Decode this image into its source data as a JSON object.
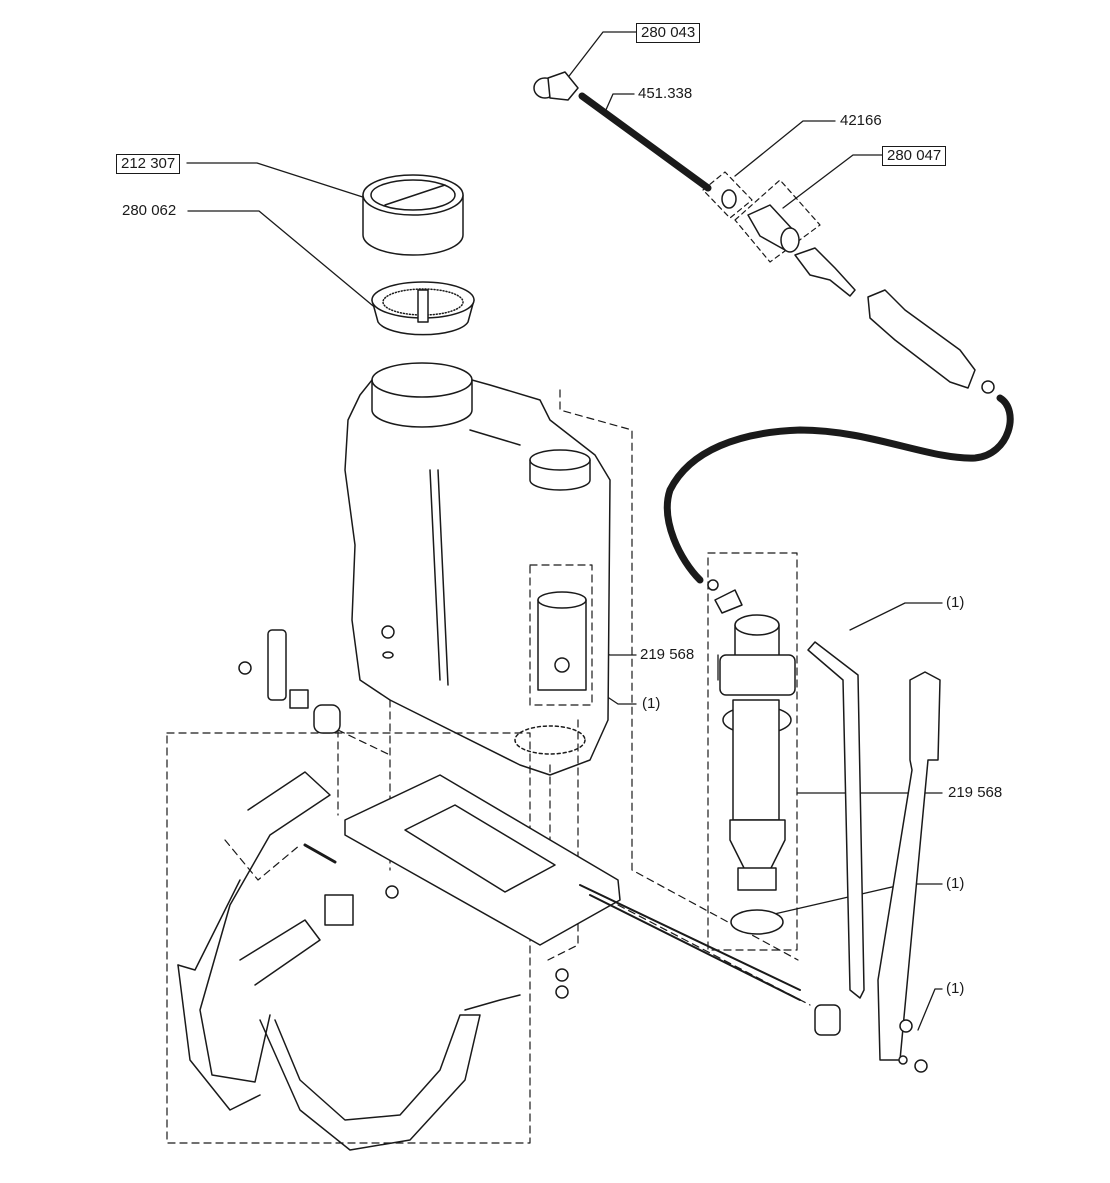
{
  "diagram": {
    "title": "Backpack sprayer exploded parts view",
    "labels": {
      "nozzle": "280 043",
      "lance_tube": "451.338",
      "seal_kit": "42166",
      "valve": "280 047",
      "lid": "212 307",
      "strainer": "280 062",
      "pump_left": "219 568",
      "pump_right": "219 568",
      "ref_tank": "(1)",
      "ref_clip_top": "(1)",
      "ref_oring": "(1)",
      "ref_clip_bottom": "(1)"
    },
    "colors": {
      "line": "#1a1a1a",
      "background": "#ffffff"
    }
  }
}
